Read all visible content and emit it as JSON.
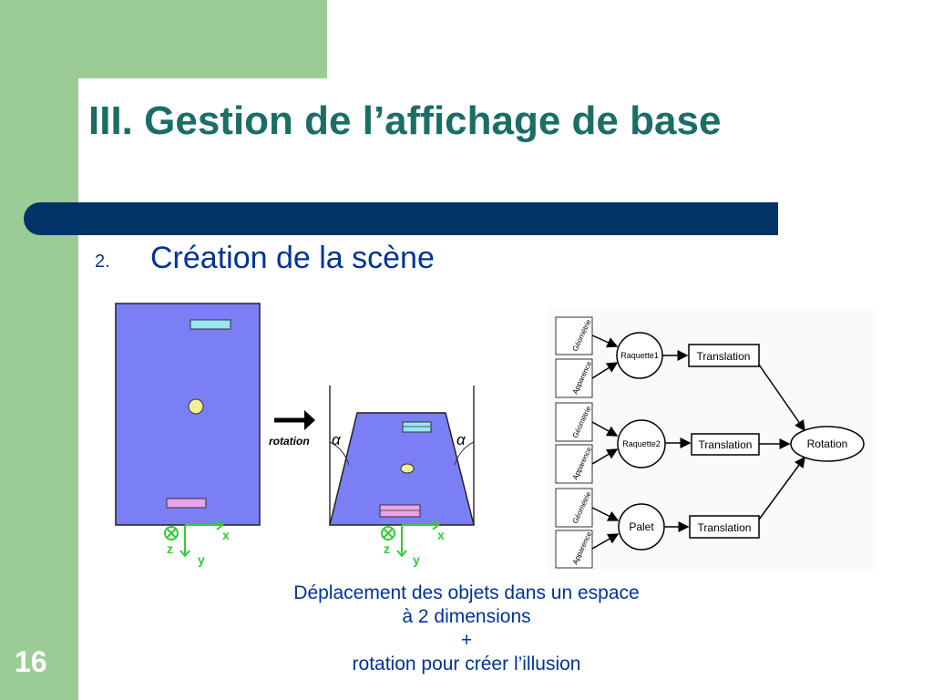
{
  "title": "III. Gestion de l’affichage de base",
  "item": {
    "number": "2.",
    "label": "Création de la scène"
  },
  "scene": {
    "rotation_label": "rotation",
    "angle_symbol": "α",
    "axes": {
      "x": "x",
      "y": "y",
      "z": "z"
    }
  },
  "graph": {
    "leaf_labels": {
      "geometry": "Géométrie",
      "appearance": "Apparence"
    },
    "nodes": {
      "raquette1": "Raquette1",
      "raquette2": "Raquette2",
      "palet": "Palet"
    },
    "translation_label": "Translation",
    "rotation_label": "Rotation"
  },
  "caption": {
    "line1": "Déplacement des objets dans un espace",
    "line2": "à 2 dimensions",
    "line3": "+",
    "line4": "rotation pour créer l’illusion"
  },
  "slide_number": "16",
  "colors": {
    "accent_green": "#9ccc96",
    "title_teal": "#1a6e66",
    "navy_bar": "#003366",
    "body_blue": "#003399",
    "scene_blue": "#7b7ff5",
    "paddle_cyan": "#99e6f2",
    "paddle_pink": "#e9a3e9",
    "ball_yellow": "#f4f094",
    "axis_green": "#33cc33"
  }
}
